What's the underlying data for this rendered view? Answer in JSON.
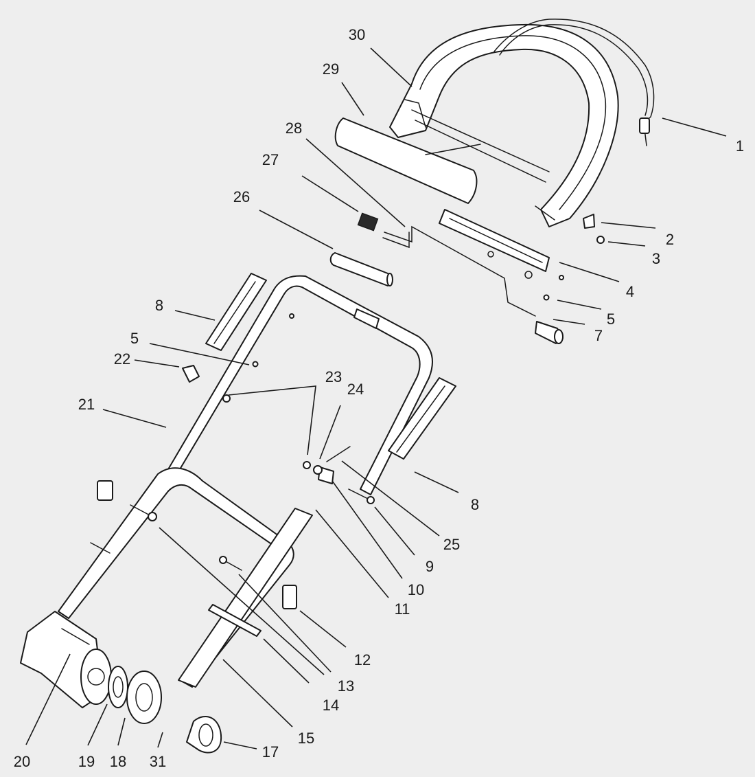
{
  "diagram": {
    "callouts": [
      {
        "id": "c1",
        "label": "1"
      },
      {
        "id": "c2",
        "label": "2"
      },
      {
        "id": "c3",
        "label": "3"
      },
      {
        "id": "c4",
        "label": "4"
      },
      {
        "id": "c5a",
        "label": "5"
      },
      {
        "id": "c7",
        "label": "7"
      },
      {
        "id": "c8a",
        "label": "8"
      },
      {
        "id": "c5b",
        "label": "5"
      },
      {
        "id": "c22",
        "label": "22"
      },
      {
        "id": "c23",
        "label": "23"
      },
      {
        "id": "c24",
        "label": "24"
      },
      {
        "id": "c21",
        "label": "21"
      },
      {
        "id": "c8b",
        "label": "8"
      },
      {
        "id": "c25",
        "label": "25"
      },
      {
        "id": "c9",
        "label": "9"
      },
      {
        "id": "c10",
        "label": "10"
      },
      {
        "id": "c11",
        "label": "11"
      },
      {
        "id": "c12",
        "label": "12"
      },
      {
        "id": "c13",
        "label": "13"
      },
      {
        "id": "c14",
        "label": "14"
      },
      {
        "id": "c15",
        "label": "15"
      },
      {
        "id": "c17",
        "label": "17"
      },
      {
        "id": "c20",
        "label": "20"
      },
      {
        "id": "c19",
        "label": "19"
      },
      {
        "id": "c18",
        "label": "18"
      },
      {
        "id": "c31",
        "label": "31"
      },
      {
        "id": "c26",
        "label": "26"
      },
      {
        "id": "c27",
        "label": "27"
      },
      {
        "id": "c28",
        "label": "28"
      },
      {
        "id": "c29",
        "label": "29"
      },
      {
        "id": "c30",
        "label": "30"
      }
    ]
  }
}
